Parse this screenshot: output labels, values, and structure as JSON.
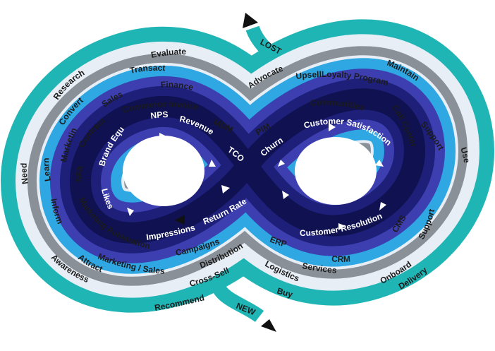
{
  "colors": {
    "teal": "#20b5b5",
    "pale": "#e7eef5",
    "gray": "#8a9097",
    "sky": "#2ea7e3",
    "indigo": "#3d3fb0",
    "navy": "#1d1f78",
    "deep": "#0f1150",
    "arrow_dark": "#111111",
    "arrow_light": "#ffffff"
  },
  "rings": {
    "teal": [
      "Evaluate",
      "Research",
      "Need",
      "Awareness",
      "Recommend",
      "Buy",
      "Delivery",
      "Use",
      "Maintain",
      "Advocate"
    ],
    "pale": [
      "Transact",
      "Convert",
      "Learn",
      "Inform",
      "Attract",
      "Cross-Sell",
      "Logistics",
      "Onboard",
      "Support",
      "UpsellLoyalty Program"
    ],
    "gray": [
      "Finance",
      "Sales",
      "Marketing",
      "Marketing / Sales",
      "Distribution",
      "Services",
      "Support",
      "Communities"
    ],
    "sky": [
      "Commerce Invoice",
      "Contracts",
      "SFA",
      "Marketing Automation",
      "Campaigns",
      "ERP",
      "CRM",
      "CMS",
      "Call Center",
      "MDM",
      "PIM"
    ],
    "indigo": [
      "Brand Equity",
      "Likes",
      "Impressions",
      "Customer Resolution",
      "Customer Satisfaction"
    ],
    "navy": [
      "NPS",
      "Revenue",
      "TCO",
      "Churn",
      "Return Rate"
    ]
  },
  "flow": {
    "start_label": "NEW",
    "end_label": "LOST"
  }
}
